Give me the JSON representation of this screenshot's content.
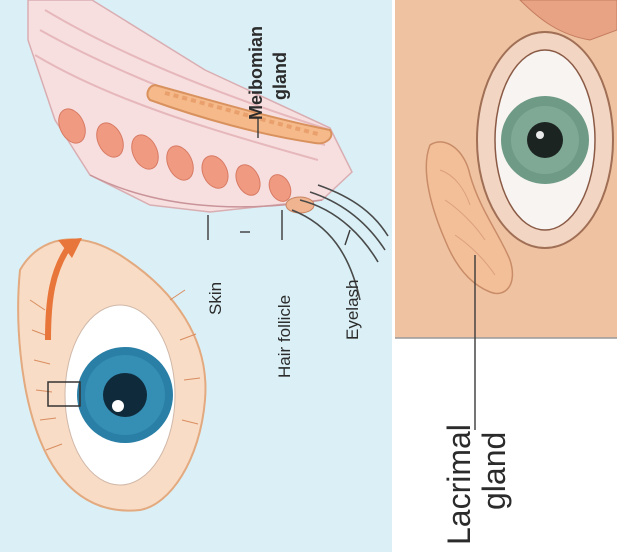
{
  "left_panel": {
    "labels": {
      "meibomian_gland": "Meibomian gland",
      "meibomian_gland_line1": "Meibomian",
      "meibomian_gland_line2": "gland",
      "skin": "Skin",
      "hair_follicle": "Hair follicle",
      "eyelash": "Eyelash"
    },
    "background_color": "#daf0f6"
  },
  "right_panel": {
    "labels": {
      "lacrimal_gland_line1": "Lacrimal",
      "lacrimal_gland_line2": "gland"
    },
    "background_color": "#ffffff"
  },
  "colors": {
    "iris_blue": "#2a7fa6",
    "iris_green": "#6f9a86",
    "gland_orange": "#e98d5a",
    "arrow_orange": "#e8763a",
    "skin_tone": "#f3c9a8"
  }
}
